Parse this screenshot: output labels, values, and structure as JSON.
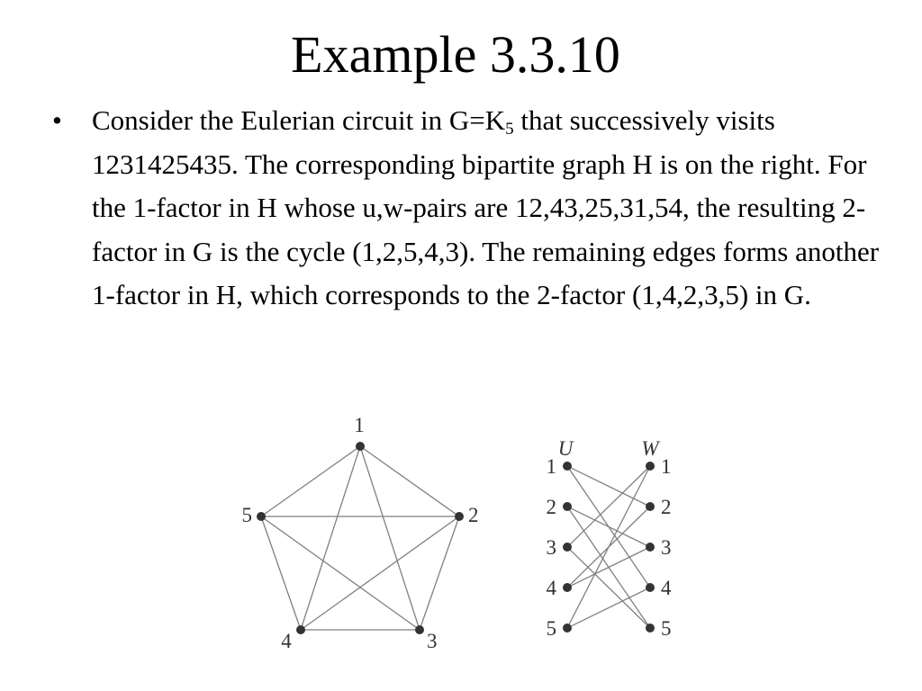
{
  "slide": {
    "title": "Example 3.3.10",
    "bullet_symbol": "•",
    "bullet": {
      "part1": "Consider the Eulerian circuit in G=K",
      "subscript": "5",
      "part2": " that successively visits 1231425435. The corresponding bipartite graph H is on the right. For the 1-factor in H whose u,w-pairs are 12,43,25,31,54, the resulting 2-factor in G is the cycle (1,2,5,4,3). The remaining edges forms another 1-factor in H, which corresponds to the 2-factor (1,4,2,3,5) in G."
    }
  },
  "graph_g": {
    "vertices": [
      "1",
      "2",
      "3",
      "4",
      "5"
    ],
    "edges": [
      [
        "1",
        "2"
      ],
      [
        "2",
        "3"
      ],
      [
        "3",
        "4"
      ],
      [
        "4",
        "5"
      ],
      [
        "5",
        "1"
      ],
      [
        "1",
        "3"
      ],
      [
        "1",
        "4"
      ],
      [
        "2",
        "4"
      ],
      [
        "2",
        "5"
      ],
      [
        "3",
        "5"
      ]
    ]
  },
  "graph_h": {
    "u_header": "U",
    "w_header": "W",
    "u_vertices": [
      "1",
      "2",
      "3",
      "4",
      "5"
    ],
    "w_vertices": [
      "1",
      "2",
      "3",
      "4",
      "5"
    ],
    "edges": [
      [
        "1",
        "2"
      ],
      [
        "1",
        "4"
      ],
      [
        "2",
        "3"
      ],
      [
        "2",
        "5"
      ],
      [
        "3",
        "1"
      ],
      [
        "3",
        "5"
      ],
      [
        "4",
        "2"
      ],
      [
        "4",
        "3"
      ],
      [
        "5",
        "1"
      ],
      [
        "5",
        "4"
      ]
    ]
  }
}
